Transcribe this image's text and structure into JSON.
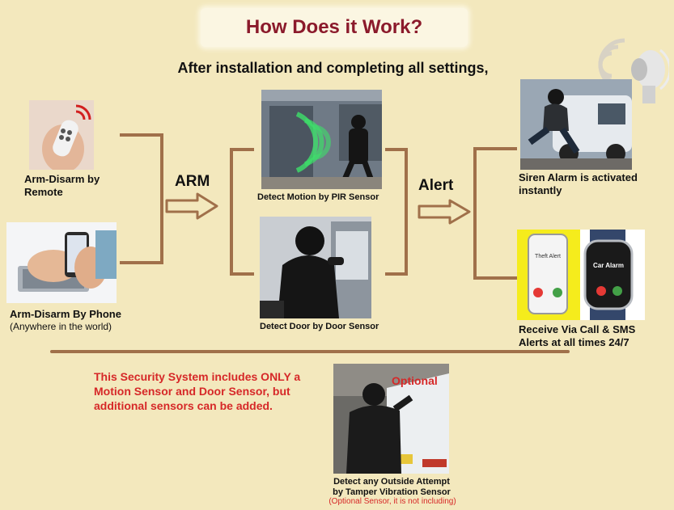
{
  "title": "How Does it Work?",
  "subtitle": "After installation and completing all settings,",
  "inputs": {
    "remote_label": "Arm-Disarm by\nRemote",
    "phone_label": "Arm-Disarm By Phone",
    "phone_note": "(Anywhere in the world)"
  },
  "steps": {
    "arm": "ARM",
    "alert": "Alert"
  },
  "sensors": {
    "motion_label": "Detect Motion by PIR Sensor",
    "door_label": "Detect Door by Door Sensor"
  },
  "outputs": {
    "siren_label": "Siren Alarm is activated\ninstantly",
    "alerts_label": "Receive Via Call & SMS\nAlerts at all times 24/7",
    "phone_screen_text": "Theft Alert",
    "watch_screen_text": "Car Alarm"
  },
  "notice": "This Security System includes ONLY a Motion Sensor and Door Sensor, but additional sensors can be added.",
  "optional": {
    "badge": "Optional",
    "label": "Detect any Outside Attempt\nby Tamper Vibration Sensor",
    "note": "(Optional Sensor, it is not including)"
  },
  "colors": {
    "background": "#f3e8bd",
    "title": "#8b1a2b",
    "connector": "#a0704a",
    "notice": "#d62828"
  }
}
